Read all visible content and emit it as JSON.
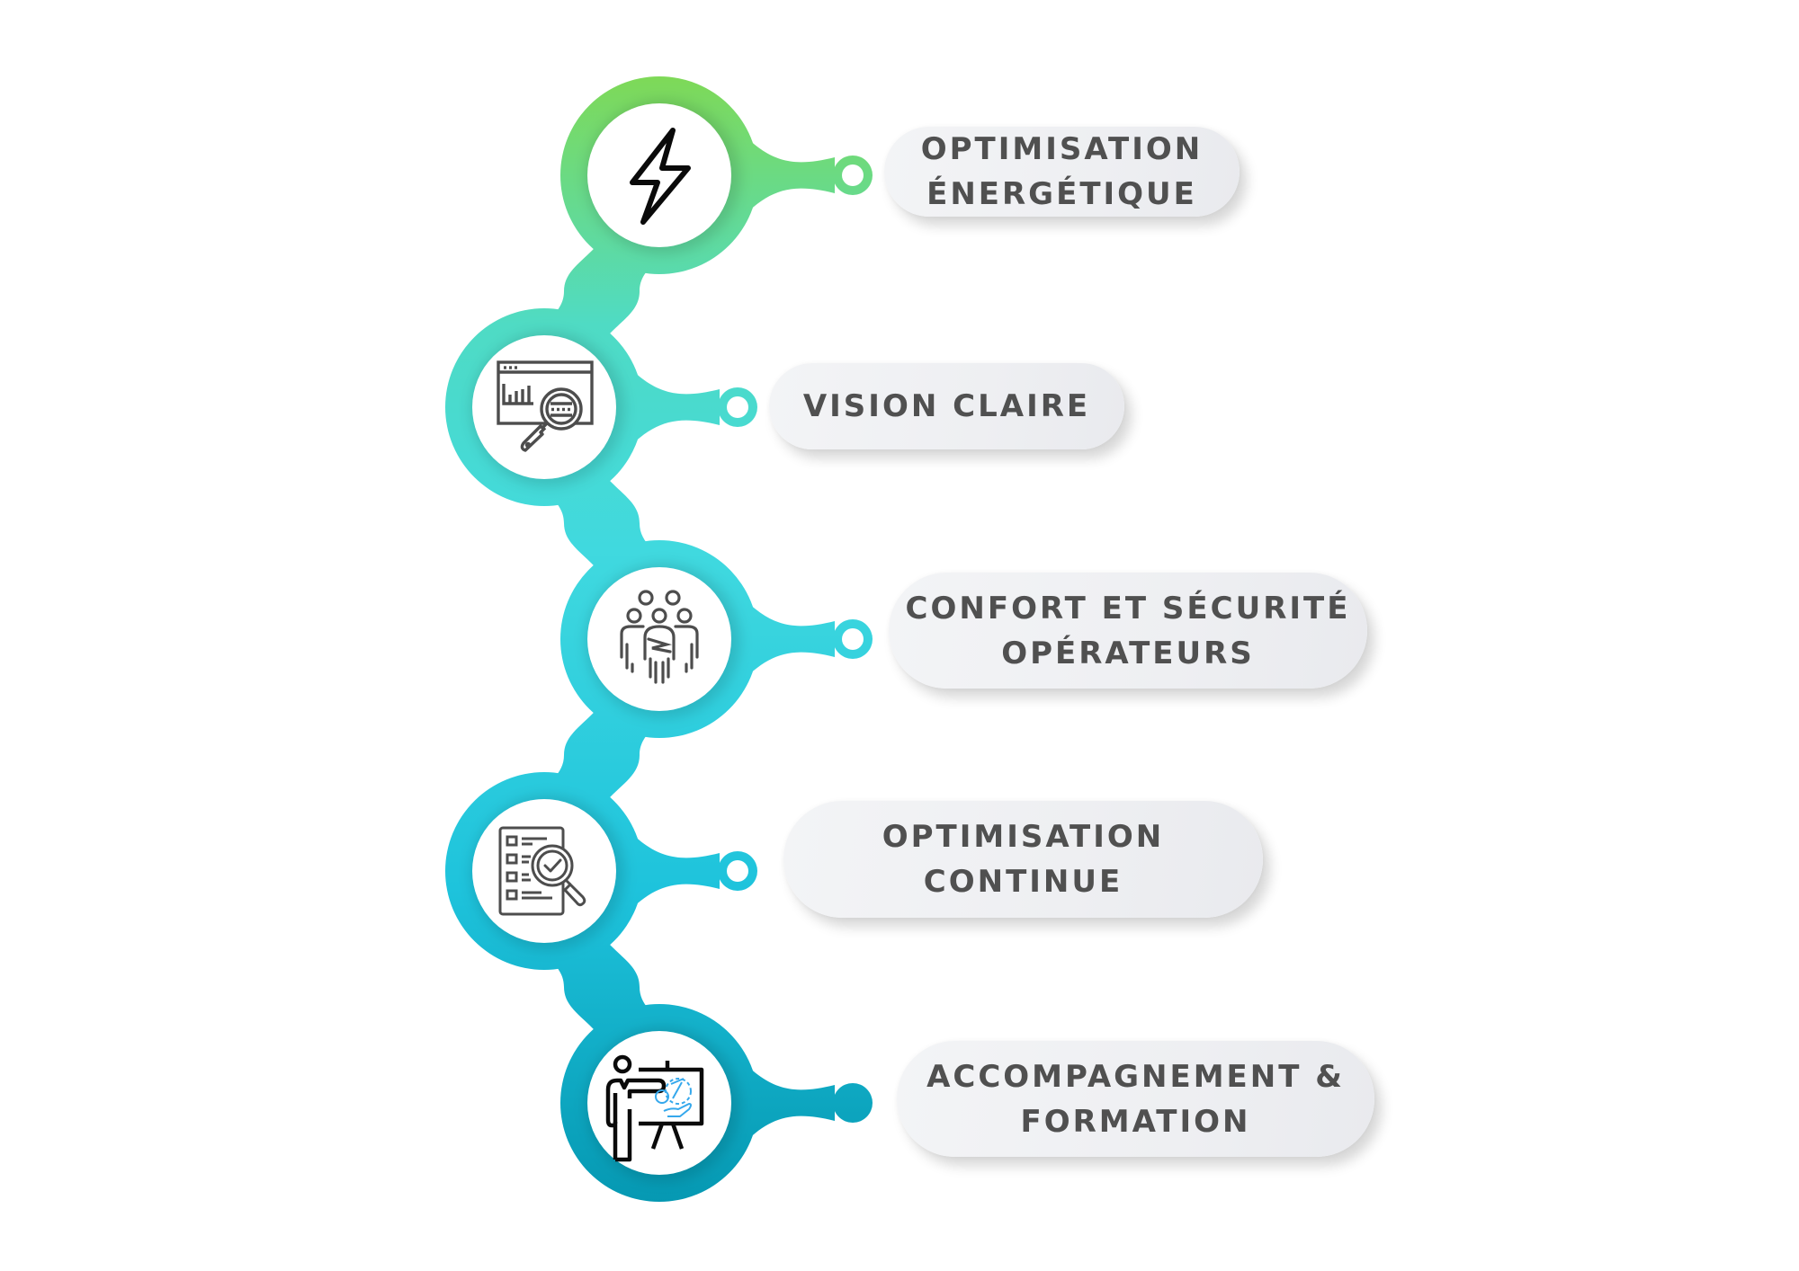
{
  "diagram": {
    "type": "vertical-process-chain",
    "colors": {
      "gradient_top": "#7ed957",
      "gradient_mid": "#40d9df",
      "gradient_bottom": "#0598b2",
      "pill_background": "#eeeff2",
      "label_text": "#505050",
      "icon_stroke": "#4d4d4d",
      "icon_accent": "#35a8ec"
    },
    "steps": [
      {
        "id": 1,
        "icon": "lightning-bolt-icon",
        "lines": [
          "OPTIMISATION",
          "ÉNERGÉTIQUE"
        ],
        "connector_end": "ring"
      },
      {
        "id": 2,
        "icon": "dashboard-magnifier-icon",
        "lines": [
          "VISION CLAIRE"
        ],
        "connector_end": "ring"
      },
      {
        "id": 3,
        "icon": "team-people-icon",
        "lines": [
          "CONFORT ET SÉCURITÉ",
          "OPÉRATEURS"
        ],
        "connector_end": "ring"
      },
      {
        "id": 4,
        "icon": "checklist-magnifier-icon",
        "lines": [
          "OPTIMISATION",
          "CONTINUE"
        ],
        "connector_end": "ring"
      },
      {
        "id": 5,
        "icon": "presenter-board-icon",
        "lines": [
          "ACCOMPAGNEMENT &",
          "FORMATION"
        ],
        "connector_end": "dot"
      }
    ]
  }
}
